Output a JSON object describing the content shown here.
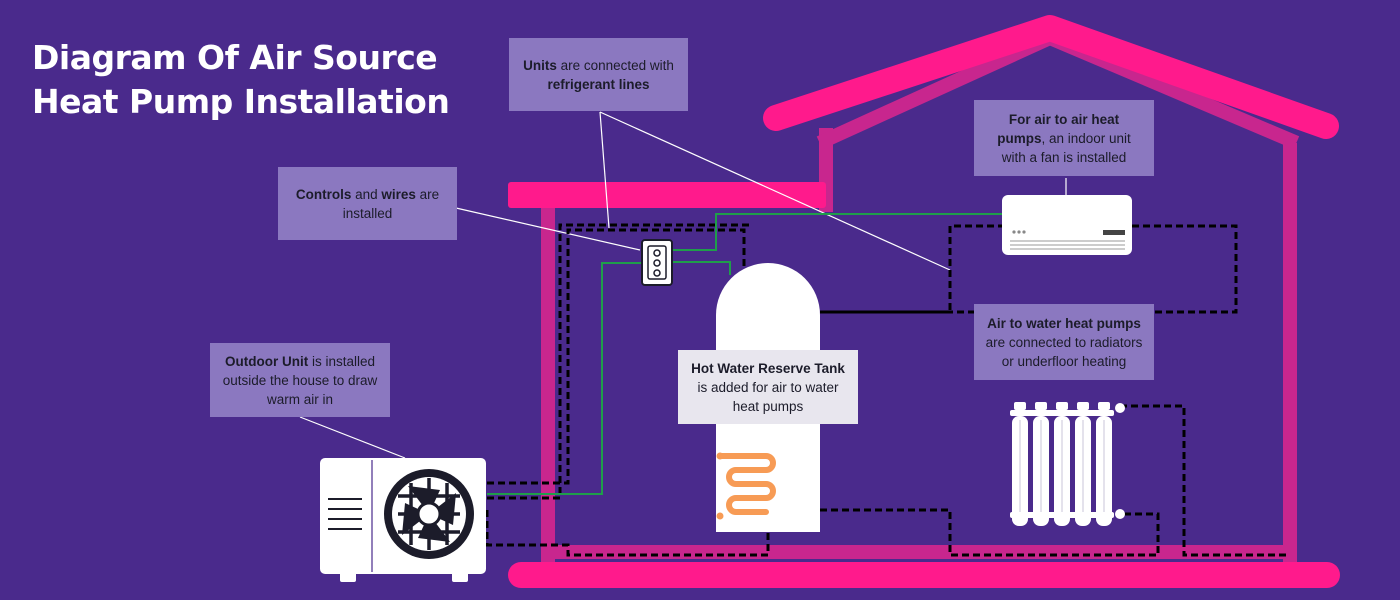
{
  "title": {
    "line1": "Diagram Of Air Source",
    "line2": "Heat Pump Installation"
  },
  "callouts": {
    "refrigerant": {
      "bold": "Units",
      "rest": " are connected with",
      "bold2": "refrigerant lines"
    },
    "controls": {
      "bold": "Controls",
      "mid": " and ",
      "bold2": "wires",
      "rest": " are installed"
    },
    "air_to_air": {
      "bold": "For air to air heat pumps",
      "rest": ", an indoor unit with a fan is installed"
    },
    "air_to_water": {
      "bold": "Air to water heat pumps",
      "rest": "are connected to radiators or underfloor heating"
    },
    "outdoor": {
      "bold": "Outdoor Unit",
      "rest": " is installed outside the house to draw warm air in"
    },
    "tank": {
      "bold": "Hot Water Reserve Tank",
      "rest": "is added for air to water heat pumps"
    }
  },
  "colors": {
    "background": "#4a2a8c",
    "house": "#ff1a8c",
    "house_inner": "#c8268e",
    "callout": "#8b78c0",
    "wire": "#1f9e4a",
    "pipe": "#000000",
    "coil": "#f79b55"
  },
  "icons": [
    "house-outline",
    "outdoor-fan-icon",
    "controller-icon",
    "indoor-unit-icon",
    "hot-water-tank-icon",
    "radiator-icon",
    "heating-coil-icon"
  ]
}
